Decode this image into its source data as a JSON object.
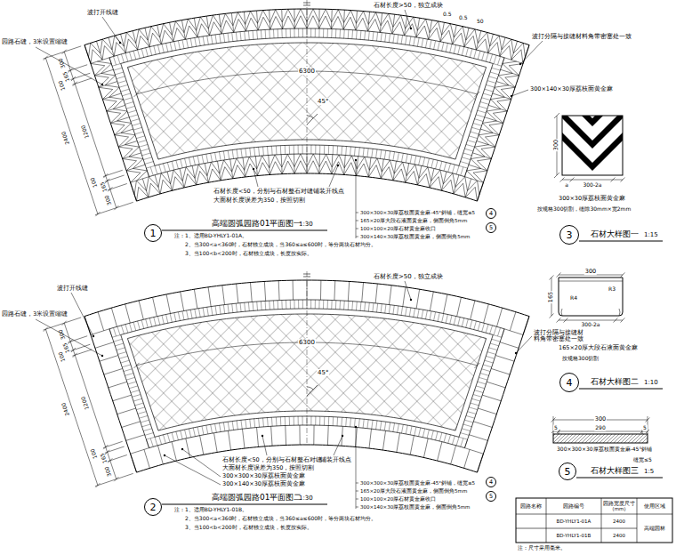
{
  "diagram": {
    "nodes": [
      {
        "text": [
          "1"
        ]
      },
      {
        "text": [
          "2"
        ]
      },
      {
        "text": [
          "3"
        ]
      },
      {
        "text": [
          "4"
        ]
      },
      {
        "text": [
          "5"
        ]
      },
      {
        "text": [
          "4"
        ]
      },
      {
        "text": [
          "5"
        ]
      },
      {
        "text": [
          "4"
        ]
      },
      {
        "text": [
          "5"
        ]
      }
    ],
    "labels": [
      "波打开线缝",
      "园路石缝，3米设置缩缝",
      "石材长度>50，独立成块",
      "0.5",
      "0.5",
      "50",
      "波打分隔与接缝材料角带密塞处一致",
      "6300",
      "45°",
      "300×140×30厚荔枝面黄金麻",
      "300",
      "165",
      "100",
      "1200",
      "100",
      "165",
      "300",
      "2400",
      "石材长度<50，分别与石材整石对缝",
      "大面材长度误差为350，按照切割",
      "铺装开线点",
      "300×300×30厚荔枝面黄金麻-45°斜铺，缝宽≤5",
      "165×20厚大段石液面黄金麻，侧面倒角5mm",
      "100×100×20厚石材黄金麻收口",
      "300×140×30厚荔枝面黄金麻，侧面倒角5mm",
      "高端圆弧园路01平面图一",
      "1:30",
      "注：1、适用BD-YHLY1-01A。",
      "2、当300<a<360时，石材独立成块，当360≤a≤600时，等分两块石材均分。",
      "3、当100<b<200时，石材独立成块，长度按实际。",
      "300",
      "a",
      "300-2a",
      "300×30厚荔枝面黄金麻",
      "按规格300切割，缝隙30mm×宽2mm",
      "石材大样图一",
      "1:15",
      "300",
      "165",
      "R4",
      "R3",
      "300-2a",
      "165×20厚大段石液面黄金麻",
      "按规格300切割",
      "石材大样图二",
      "1:10",
      "300",
      "5",
      "290",
      "5",
      "300×300×30厚荔枝面黄金麻-45°斜铺",
      "缝宽≤5",
      "石材大样图三",
      "1:5",
      "波打开线缝",
      "园路石缝，3米设置缩缝",
      "石材长度>50，独立成块",
      "波打分隔与接缝材料角带密塞处一致",
      "6300",
      "45°",
      "300",
      "165",
      "100",
      "1200",
      "100",
      "165",
      "300",
      "2400",
      "石材长度<50，分别与石材整石对缝",
      "大面材长度误差为350，按照切割",
      "300×300×30厚荔枝面黄金麻",
      "300×140×30厚荔枝面黄金麻",
      "铺装开线点",
      "300×300×30厚荔枝面黄金麻-45°斜铺，缝宽≤5",
      "165×20厚大段石液面黄金麻，侧面倒角5mm",
      "100×100×20厚石材黄金麻收口",
      "300×140×30厚荔枝面黄金麻，侧面倒角5mm",
      "高端圆弧园路01平面图二",
      "1:30",
      "注：1、适用BD-YHLY1-01B。",
      "2、当300<a<360时，石材独立成块，当360≤a≤600时，等分两块石材均分。",
      "3、当100<b<200时，石材独立成块，长度按实际。",
      "园路名称",
      "园路编号",
      "园路宽度尺寸（mm）",
      "使用区域",
      "BD-YHLY1-01A",
      "2400",
      "BD-YHLY1-01B",
      "2400",
      "高端园林",
      "注：尺寸采用毫米。"
    ]
  }
}
